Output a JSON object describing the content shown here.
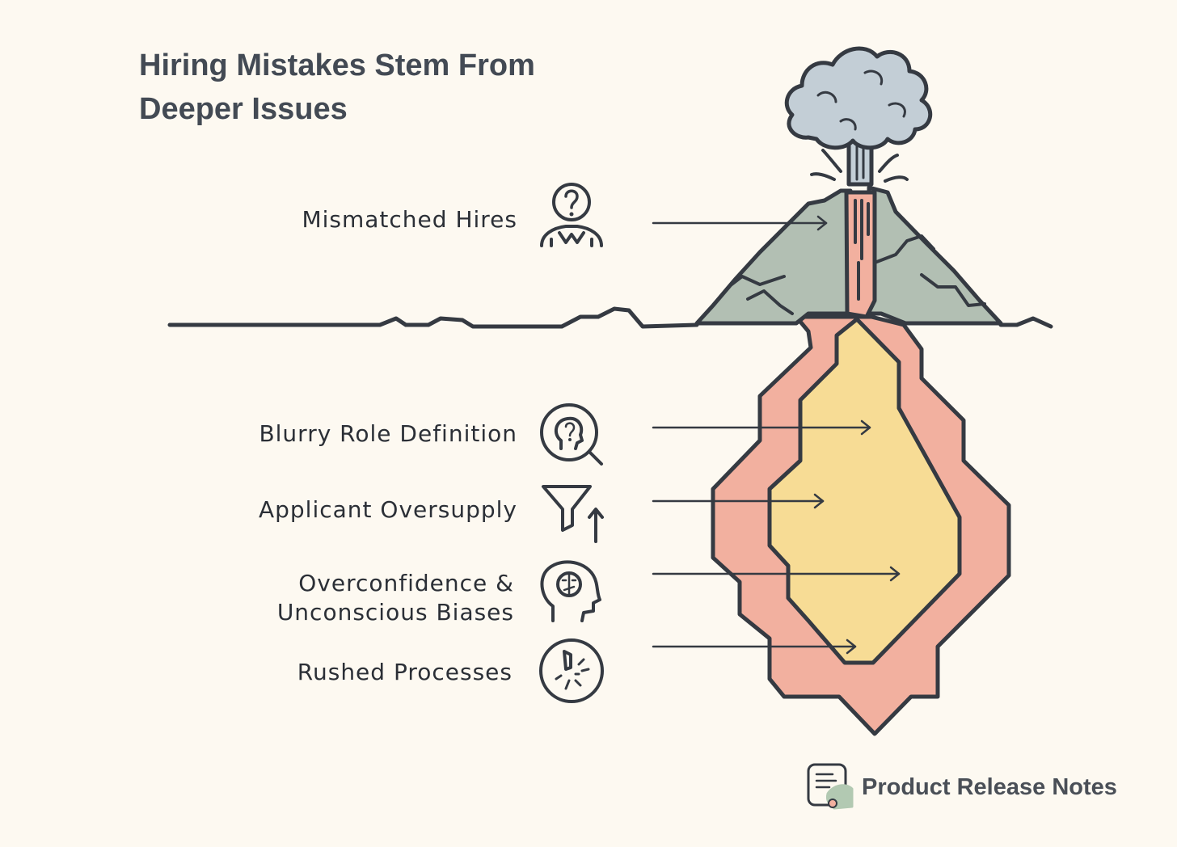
{
  "title": {
    "line1": "Hiring Mistakes Stem From",
    "line2": "Deeper Issues"
  },
  "surface": {
    "label": "Mismatched Hires",
    "icon": "confused-person-icon"
  },
  "roots": [
    {
      "label": "Blurry Role Definition",
      "icon": "head-magnifier-icon"
    },
    {
      "label": "Applicant Oversupply",
      "icon": "funnel-up-arrow-icon"
    },
    {
      "line1": "Overconfidence &",
      "line2": "Unconscious Biases",
      "icon": "biased-head-icon"
    },
    {
      "label": "Rushed Processes",
      "icon": "broken-clock-icon"
    }
  ],
  "brand": {
    "name": "Product Release Notes",
    "icon": "notes-logo-icon"
  },
  "colors": {
    "background": "#fdf9f1",
    "ink": "#353a42",
    "smoke": "#c3ced6",
    "rock": "#b2bfb3",
    "lava": "#f2b09f",
    "magma": "#f7dc95"
  }
}
